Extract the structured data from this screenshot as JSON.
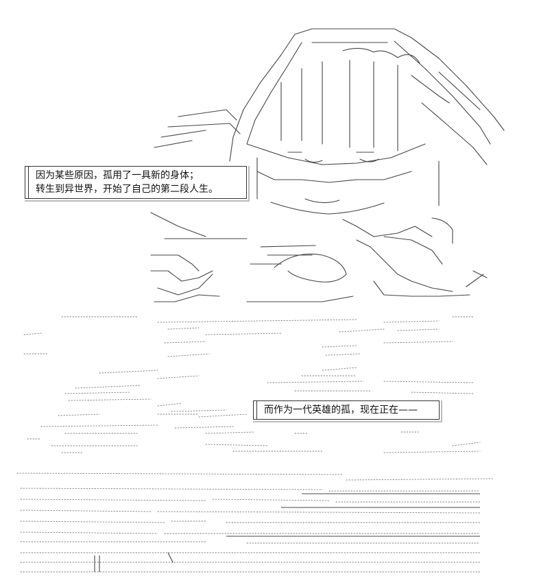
{
  "captions": {
    "first": {
      "line1": "因为某些原因，孤用了一具新的身体；",
      "line2": "转生到异世界，开始了自己的第二段人生。"
    },
    "second": {
      "line1": "而作为一代英雄的孤，现在正在——"
    }
  },
  "art": {
    "stroke_color": "#444444",
    "dot_color": "#777777"
  }
}
